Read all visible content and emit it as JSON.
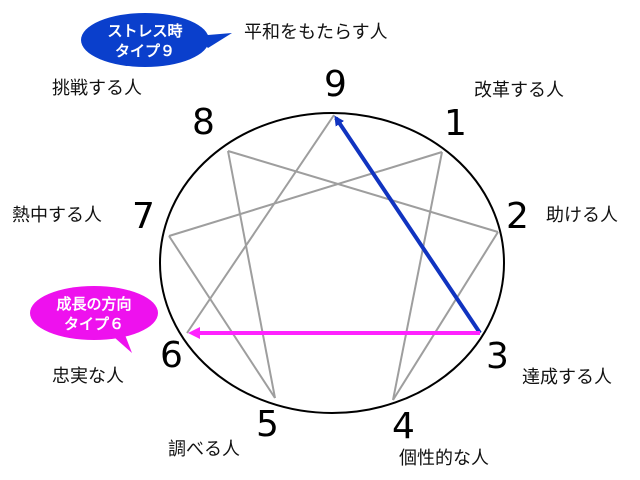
{
  "points": [
    {
      "number": "9",
      "label": "平和をもたらす人"
    },
    {
      "number": "1",
      "label": "改革する人"
    },
    {
      "number": "2",
      "label": "助ける人"
    },
    {
      "number": "3",
      "label": "達成する人"
    },
    {
      "number": "4",
      "label": "個性的な人"
    },
    {
      "number": "5",
      "label": "調べる人"
    },
    {
      "number": "6",
      "label": "忠実な人"
    },
    {
      "number": "7",
      "label": "熱中する人"
    },
    {
      "number": "8",
      "label": "挑戦する人"
    }
  ],
  "bubbles": {
    "stress": {
      "line1": "ストレス時",
      "line2": "タイプ９",
      "color": "#0a3fcc"
    },
    "growth": {
      "line1": "成長の方向",
      "line2": "タイプ６",
      "color": "#ee11ee"
    }
  },
  "arrows": {
    "stress": {
      "from": "3",
      "to": "9",
      "color": "#1033c0"
    },
    "growth": {
      "from": "3",
      "to": "6",
      "color": "#ff22ff"
    }
  },
  "colors": {
    "circle": "#000000",
    "lines": "#9e9e9e"
  }
}
